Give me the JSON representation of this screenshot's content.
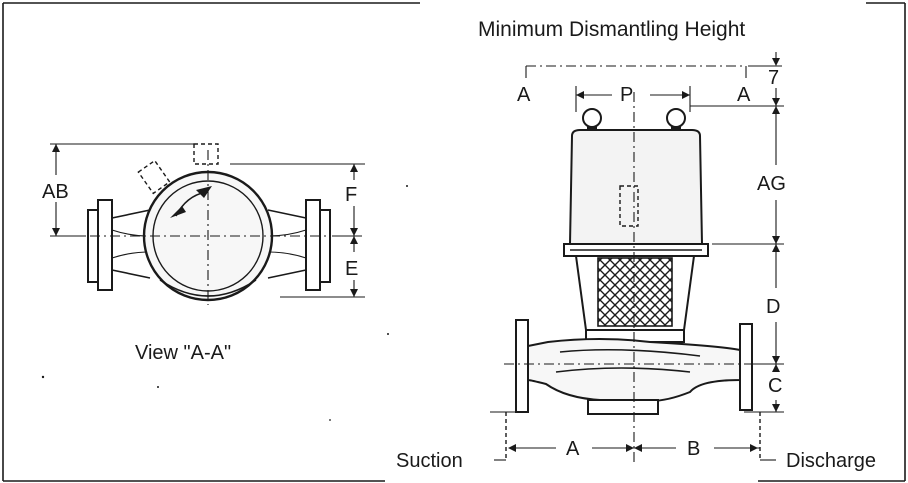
{
  "labels": {
    "title": "Minimum Dismantling Height",
    "view": "View \"A-A\"",
    "suction": "Suction",
    "discharge": "Discharge",
    "section_left": "A",
    "section_right": "A",
    "dim_p": "P",
    "dim_seven": "7",
    "dim_ag": "AG",
    "dim_d": "D",
    "dim_c": "C",
    "dim_a": "A",
    "dim_b": "B",
    "dim_ab": "AB",
    "dim_f": "F",
    "dim_e": "E"
  },
  "colors": {
    "ink": "#1a1a1a",
    "paper": "#ffffff"
  }
}
